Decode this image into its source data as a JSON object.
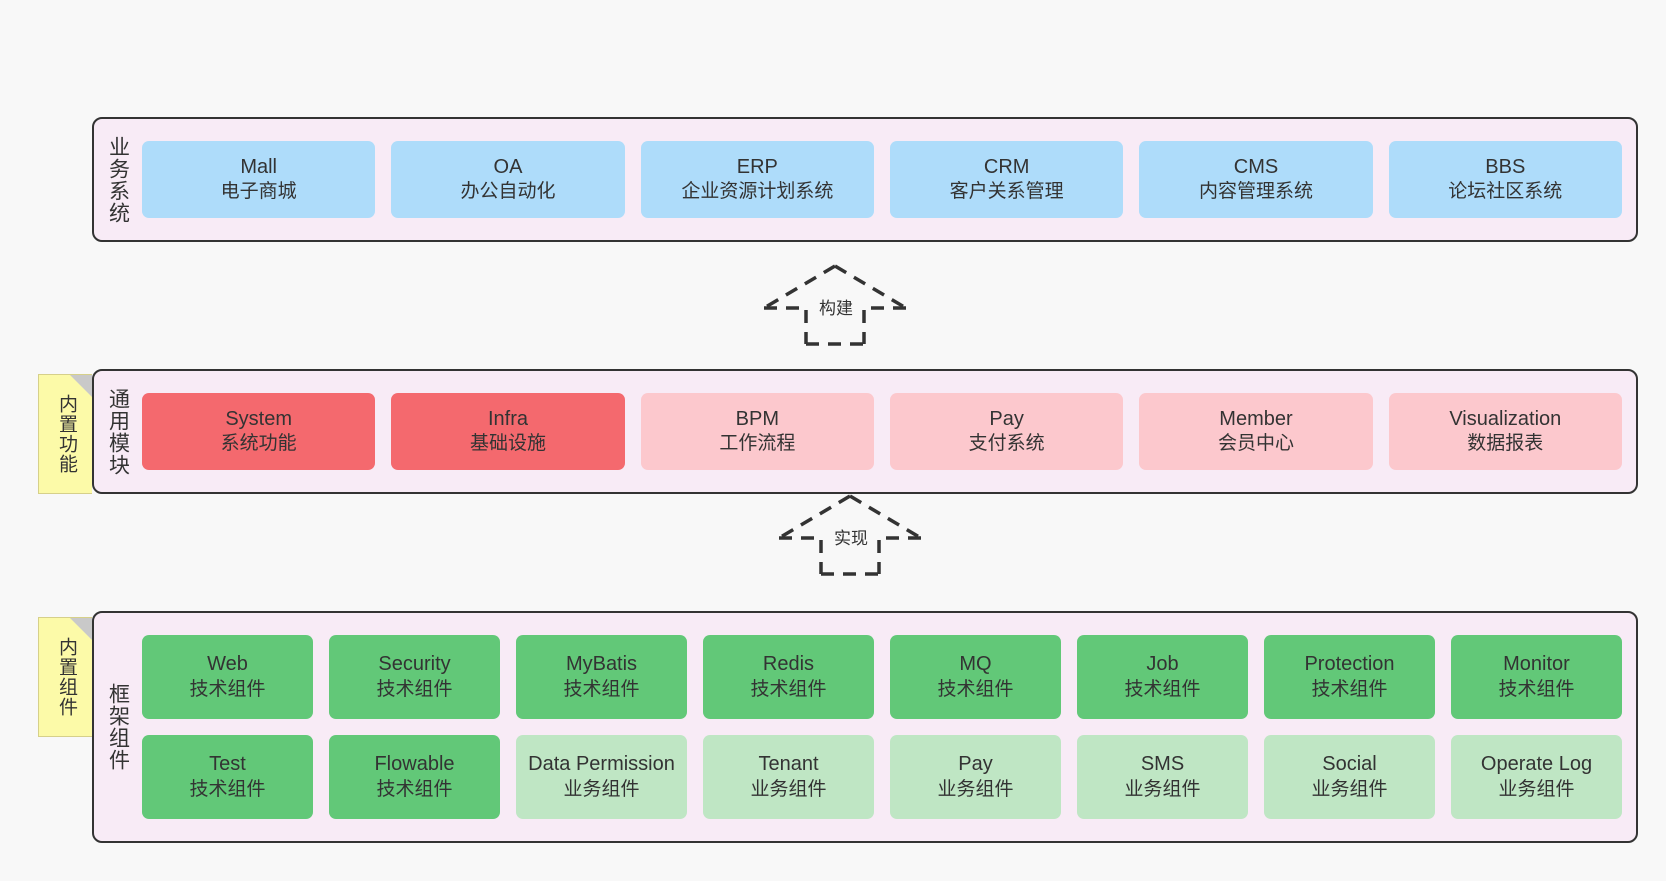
{
  "diagram": {
    "background_color": "#f8f8f8",
    "panel_color": "#f8ebf6",
    "border_color": "#333333",
    "colors": {
      "business": "#aedcfa",
      "module_core": "#f4696e",
      "module_optional": "#fcc8cd",
      "component_tech": "#62c878",
      "component_business": "#bfe6c4",
      "note": "#fcfaa8"
    }
  },
  "layers": {
    "business": {
      "title": "业务系统",
      "rows": [
        [
          {
            "title": "Mall",
            "sub": "电子商城",
            "color": "#aedcfa"
          },
          {
            "title": "OA",
            "sub": "办公自动化",
            "color": "#aedcfa"
          },
          {
            "title": "ERP",
            "sub": "企业资源计划系统",
            "color": "#aedcfa"
          },
          {
            "title": "CRM",
            "sub": "客户关系管理",
            "color": "#aedcfa"
          },
          {
            "title": "CMS",
            "sub": "内容管理系统",
            "color": "#aedcfa"
          },
          {
            "title": "BBS",
            "sub": "论坛社区系统",
            "color": "#aedcfa"
          }
        ]
      ]
    },
    "common": {
      "title": "通用模块",
      "note": "内置功能",
      "rows": [
        [
          {
            "title": "System",
            "sub": "系统功能",
            "color": "#f4696e"
          },
          {
            "title": "Infra",
            "sub": "基础设施",
            "color": "#f4696e"
          },
          {
            "title": "BPM",
            "sub": "工作流程",
            "color": "#fcc8cd"
          },
          {
            "title": "Pay",
            "sub": "支付系统",
            "color": "#fcc8cd"
          },
          {
            "title": "Member",
            "sub": "会员中心",
            "color": "#fcc8cd"
          },
          {
            "title": "Visualization",
            "sub": "数据报表",
            "color": "#fcc8cd"
          }
        ]
      ]
    },
    "framework": {
      "title": "框架组件",
      "note": "内置组件",
      "rows": [
        [
          {
            "title": "Web",
            "sub": "技术组件",
            "color": "#62c878"
          },
          {
            "title": "Security",
            "sub": "技术组件",
            "color": "#62c878"
          },
          {
            "title": "MyBatis",
            "sub": "技术组件",
            "color": "#62c878"
          },
          {
            "title": "Redis",
            "sub": "技术组件",
            "color": "#62c878"
          },
          {
            "title": "MQ",
            "sub": "技术组件",
            "color": "#62c878"
          },
          {
            "title": "Job",
            "sub": "技术组件",
            "color": "#62c878"
          },
          {
            "title": "Protection",
            "sub": "技术组件",
            "color": "#62c878"
          },
          {
            "title": "Monitor",
            "sub": "技术组件",
            "color": "#62c878"
          }
        ],
        [
          {
            "title": "Test",
            "sub": "技术组件",
            "color": "#62c878"
          },
          {
            "title": "Flowable",
            "sub": "技术组件",
            "color": "#62c878"
          },
          {
            "title": "Data Permission",
            "sub": "业务组件",
            "color": "#bfe6c4"
          },
          {
            "title": "Tenant",
            "sub": "业务组件",
            "color": "#bfe6c4"
          },
          {
            "title": "Pay",
            "sub": "业务组件",
            "color": "#bfe6c4"
          },
          {
            "title": "SMS",
            "sub": "业务组件",
            "color": "#bfe6c4"
          },
          {
            "title": "Social",
            "sub": "业务组件",
            "color": "#bfe6c4"
          },
          {
            "title": "Operate Log",
            "sub": "业务组件",
            "color": "#bfe6c4"
          }
        ]
      ]
    }
  },
  "connectors": [
    {
      "id": "build",
      "label": "构建",
      "style": "dashed-generalization",
      "direction": "up"
    },
    {
      "id": "impl",
      "label": "实现",
      "style": "dashed-generalization",
      "direction": "up"
    }
  ]
}
